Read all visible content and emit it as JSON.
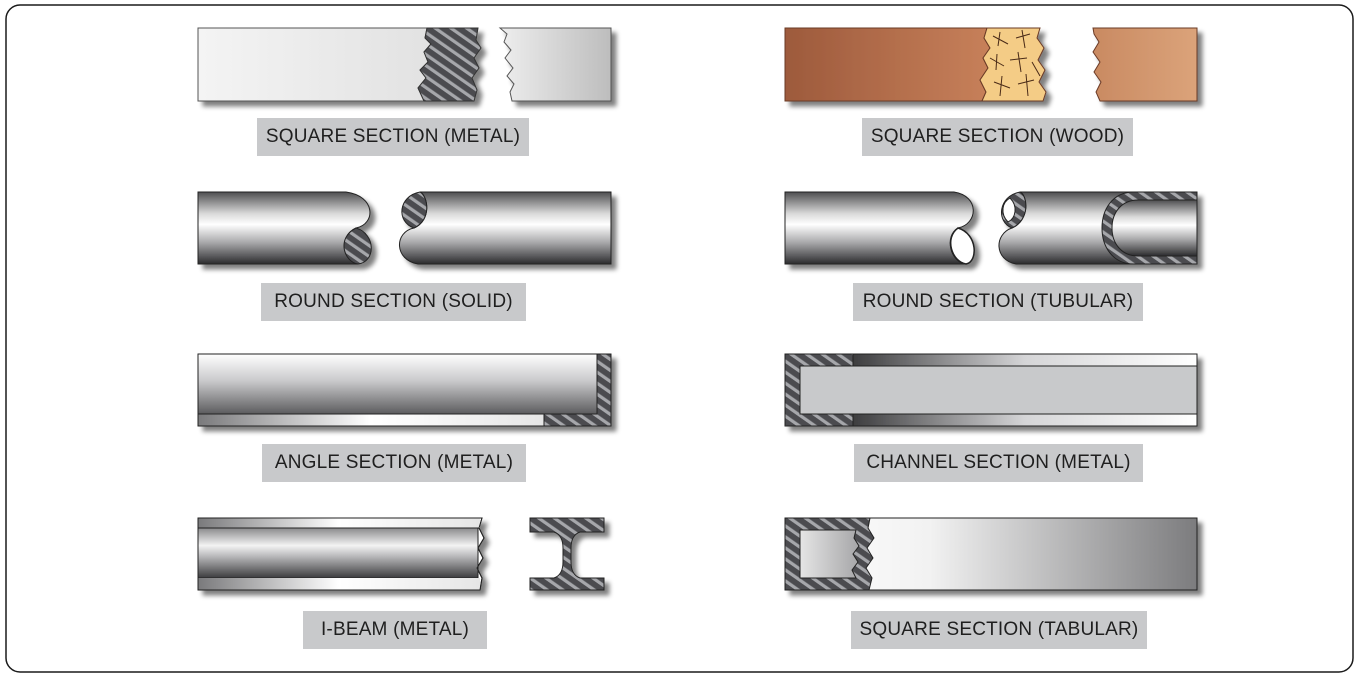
{
  "figure": {
    "labels": {
      "square_metal": "SQUARE SECTION (METAL)",
      "square_wood": "SQUARE SECTION (WOOD)",
      "round_solid": "ROUND SECTION (SOLID)",
      "round_tubular": "ROUND SECTION (TUBULAR)",
      "angle_metal": "ANGLE SECTION (METAL)",
      "channel_metal": "CHANNEL SECTION (METAL)",
      "ibeam_metal": "I-BEAM (METAL)",
      "square_tabular": "SQUARE SECTION (TABULAR)"
    }
  }
}
